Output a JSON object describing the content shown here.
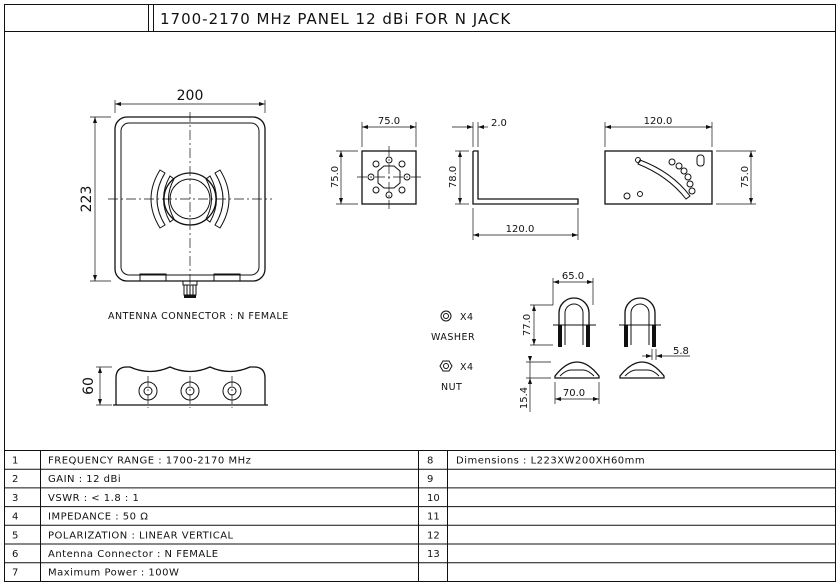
{
  "title": "1700-2170 MHz PANEL 12 dBi FOR N JACK",
  "dims": {
    "front_width": "200",
    "front_height": "223",
    "side_height": "60",
    "plate_width": "75.0",
    "plate_height": "75.0",
    "angle_thickness": "2.0",
    "angle_height": "78.0",
    "angle_length": "120.0",
    "bracket_length": "120.0",
    "bracket_height": "75.0",
    "ubolt_width": "65.0",
    "ubolt_height": "77.0",
    "ubolt_rod": "5.8",
    "clamp_width": "70.0",
    "clamp_height": "15.4"
  },
  "labels": {
    "connector": "ANTENNA CONNECTOR : N FEMALE",
    "washer": "WASHER",
    "washer_qty": "X4",
    "nut": "NUT",
    "nut_qty": "X4"
  },
  "specs_left": [
    {
      "num": "1",
      "text": "FREQUENCY RANGE : 1700-2170 MHz"
    },
    {
      "num": "2",
      "text": "GAIN : 12 dBi"
    },
    {
      "num": "3",
      "text": "VSWR :  < 1.8 : 1"
    },
    {
      "num": "4",
      "text": "IMPEDANCE : 50 Ω"
    },
    {
      "num": "5",
      "text": "POLARIZATION : LINEAR VERTICAL"
    },
    {
      "num": "6",
      "text": "Antenna Connector : N FEMALE"
    },
    {
      "num": "7",
      "text": "Maximum Power : 100W"
    }
  ],
  "specs_right": [
    {
      "num": "8",
      "text": "Dimensions : L223XW200XH60mm"
    },
    {
      "num": "9",
      "text": ""
    },
    {
      "num": "10",
      "text": ""
    },
    {
      "num": "11",
      "text": ""
    },
    {
      "num": "12",
      "text": ""
    },
    {
      "num": "13",
      "text": ""
    }
  ]
}
